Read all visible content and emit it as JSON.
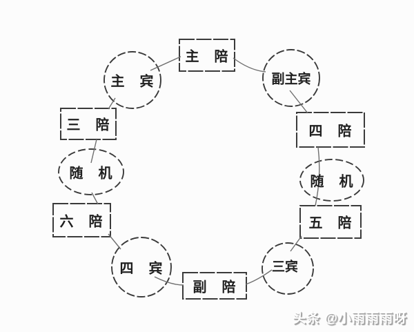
{
  "diagram": {
    "description": "banquet-round-table-seating-chart",
    "colors": {
      "background": "#fcfcfc",
      "shape_stroke": "#3a3a3a",
      "connector_stroke": "#6e6e6e",
      "label_text": "#1f1f1f",
      "watermark_text": "#ffffff",
      "watermark_shadow": "#9d9d9d"
    },
    "nodes": [
      {
        "id": "main-host",
        "label": "主　陪",
        "shape": "rectangle"
      },
      {
        "id": "main-guest",
        "label": "主　宾",
        "shape": "circle"
      },
      {
        "id": "deputy-main-guest",
        "label": "副主宾",
        "shape": "circle"
      },
      {
        "id": "third-host",
        "label": "三　陪",
        "shape": "rectangle"
      },
      {
        "id": "fourth-host",
        "label": "四　陪",
        "shape": "rectangle"
      },
      {
        "id": "random-left",
        "label": "随　机",
        "shape": "ellipse"
      },
      {
        "id": "random-right",
        "label": "随　机",
        "shape": "ellipse"
      },
      {
        "id": "sixth-host",
        "label": "六　陪",
        "shape": "rectangle"
      },
      {
        "id": "fifth-host",
        "label": "五　陪",
        "shape": "rectangle"
      },
      {
        "id": "fourth-guest",
        "label": "四　宾",
        "shape": "circle"
      },
      {
        "id": "third-guest",
        "label": "三宾",
        "shape": "circle"
      },
      {
        "id": "deputy-host",
        "label": "副　陪",
        "shape": "rectangle"
      }
    ],
    "edges": [
      {
        "from": "main-guest",
        "to": "main-host"
      },
      {
        "from": "main-host",
        "to": "deputy-main-guest"
      },
      {
        "from": "main-guest",
        "to": "third-host"
      },
      {
        "from": "deputy-main-guest",
        "to": "fourth-host"
      },
      {
        "from": "third-host",
        "to": "random-left"
      },
      {
        "from": "fourth-host",
        "to": "random-right"
      },
      {
        "from": "random-left",
        "to": "sixth-host"
      },
      {
        "from": "random-right",
        "to": "fifth-host"
      },
      {
        "from": "sixth-host",
        "to": "fourth-guest"
      },
      {
        "from": "fifth-host",
        "to": "third-guest"
      },
      {
        "from": "fourth-guest",
        "to": "deputy-host"
      },
      {
        "from": "third-guest",
        "to": "deputy-host"
      }
    ]
  },
  "watermark": {
    "text": "头条 @小雨雨雨呀"
  }
}
